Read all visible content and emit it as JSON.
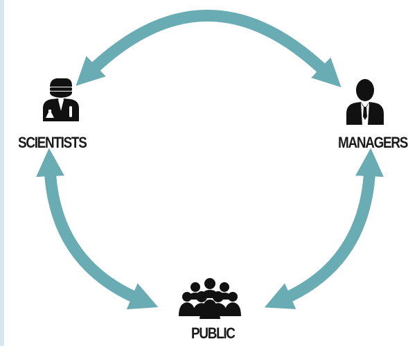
{
  "diagram": {
    "nodes": {
      "scientists": {
        "label": "SCIENTISTS",
        "icon": "scientist-icon"
      },
      "managers": {
        "label": "MANAGERS",
        "icon": "manager-icon"
      },
      "public": {
        "label": "PUBLIC",
        "icon": "crowd-icon"
      }
    },
    "edges": [
      {
        "from": "scientists",
        "to": "managers",
        "direction": "bidirectional"
      },
      {
        "from": "scientists",
        "to": "public",
        "direction": "bidirectional"
      },
      {
        "from": "managers",
        "to": "public",
        "direction": "bidirectional"
      }
    ],
    "colors": {
      "arrow": "#6aacb3",
      "icon": "#111111",
      "text": "#1a1a1a",
      "border": "#d7e8ec"
    }
  }
}
